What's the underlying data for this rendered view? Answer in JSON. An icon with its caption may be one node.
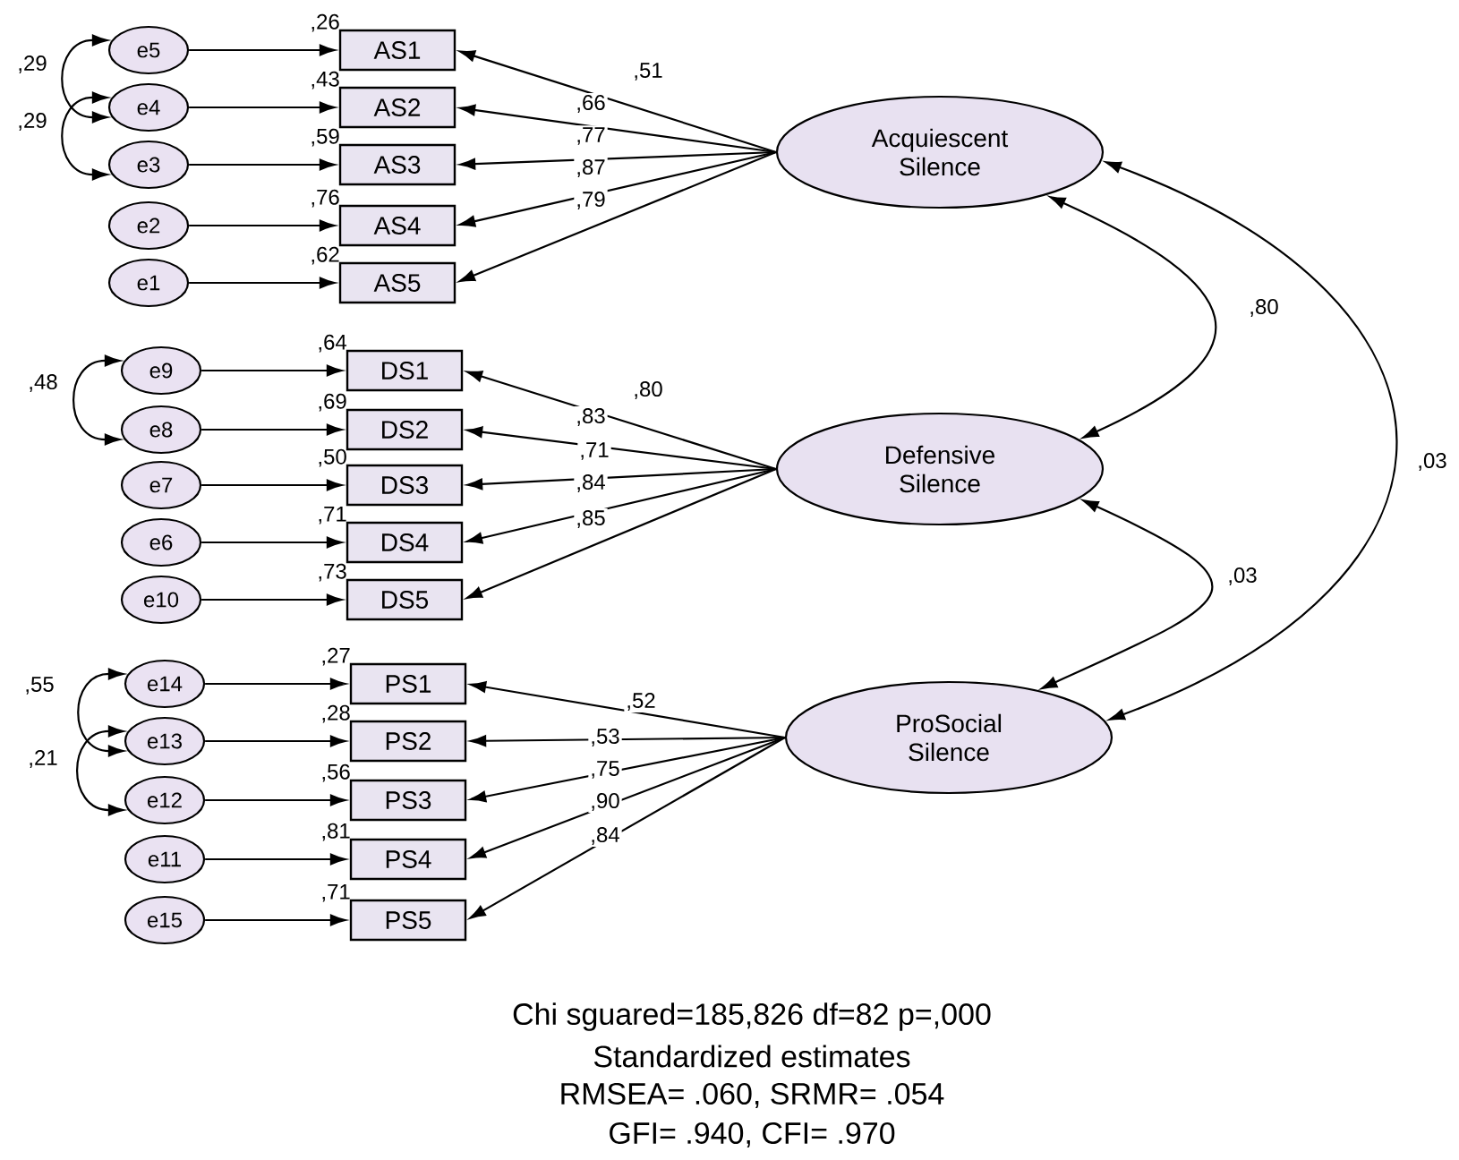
{
  "diagram": {
    "nodes": [
      {
        "text": [
          "e5"
        ]
      },
      {
        "text": [
          "e4"
        ]
      },
      {
        "text": [
          "e3"
        ]
      },
      {
        "text": [
          "e2"
        ]
      },
      {
        "text": [
          "e1"
        ]
      },
      {
        "text": [
          "AS1"
        ],
        "beside": [
          ",26"
        ]
      },
      {
        "text": [
          "AS2"
        ],
        "beside": [
          ",43"
        ]
      },
      {
        "text": [
          "AS3"
        ],
        "beside": [
          ",59"
        ]
      },
      {
        "text": [
          "AS4"
        ],
        "beside": [
          ",76"
        ]
      },
      {
        "text": [
          "AS5"
        ],
        "beside": [
          ",62"
        ]
      },
      {
        "text": [
          "Acquiescent Silence"
        ]
      },
      {
        "text": [
          "e9"
        ]
      },
      {
        "text": [
          "e8"
        ]
      },
      {
        "text": [
          "e7"
        ]
      },
      {
        "text": [
          "e6"
        ]
      },
      {
        "text": [
          "e10"
        ]
      },
      {
        "text": [
          "DS1"
        ],
        "beside": [
          ",64"
        ]
      },
      {
        "text": [
          "DS2"
        ],
        "beside": [
          ",69"
        ]
      },
      {
        "text": [
          "DS3"
        ],
        "beside": [
          ",50"
        ]
      },
      {
        "text": [
          "DS4"
        ],
        "beside": [
          ",71"
        ]
      },
      {
        "text": [
          "DS5"
        ],
        "beside": [
          ",73"
        ]
      },
      {
        "text": [
          "Defensive Silence"
        ]
      },
      {
        "text": [
          "e14"
        ]
      },
      {
        "text": [
          "e13"
        ]
      },
      {
        "text": [
          "e12"
        ]
      },
      {
        "text": [
          "e11"
        ]
      },
      {
        "text": [
          "e15"
        ]
      },
      {
        "text": [
          "PS1"
        ],
        "beside": [
          ",27"
        ]
      },
      {
        "text": [
          "PS2"
        ],
        "beside": [
          ",28"
        ]
      },
      {
        "text": [
          "PS3"
        ],
        "beside": [
          ",56"
        ]
      },
      {
        "text": [
          "PS4"
        ],
        "beside": [
          ",81"
        ]
      },
      {
        "text": [
          "PS5"
        ],
        "beside": [
          ",71"
        ]
      },
      {
        "text": [
          "ProSocial Silence"
        ]
      }
    ],
    "edges": [
      {
        "from": 0,
        "to": 5,
        "arrow": "to"
      },
      {
        "from": 1,
        "to": 6,
        "arrow": "to"
      },
      {
        "from": 2,
        "to": 7,
        "arrow": "to"
      },
      {
        "from": 3,
        "to": 8,
        "arrow": "to"
      },
      {
        "from": 4,
        "to": 9,
        "arrow": "to"
      },
      {
        "from": 10,
        "to": 5,
        "arrow": "to",
        "label": ",51"
      },
      {
        "from": 10,
        "to": 6,
        "arrow": "to",
        "label": ",66"
      },
      {
        "from": 10,
        "to": 7,
        "arrow": "to",
        "label": ",77"
      },
      {
        "from": 10,
        "to": 8,
        "arrow": "to",
        "label": ",87"
      },
      {
        "from": 10,
        "to": 9,
        "arrow": "to",
        "label": ",79"
      },
      {
        "from": 0,
        "to": 1,
        "arrow": "both",
        "label": ",29"
      },
      {
        "from": 1,
        "to": 2,
        "arrow": "both",
        "label": ",29"
      },
      {
        "from": 11,
        "to": 16,
        "arrow": "to"
      },
      {
        "from": 12,
        "to": 17,
        "arrow": "to"
      },
      {
        "from": 13,
        "to": 18,
        "arrow": "to"
      },
      {
        "from": 14,
        "to": 19,
        "arrow": "to"
      },
      {
        "from": 15,
        "to": 20,
        "arrow": "to"
      },
      {
        "from": 21,
        "to": 16,
        "arrow": "to",
        "label": ",80"
      },
      {
        "from": 21,
        "to": 17,
        "arrow": "to",
        "label": ",83"
      },
      {
        "from": 21,
        "to": 18,
        "arrow": "to",
        "label": ",71"
      },
      {
        "from": 21,
        "to": 19,
        "arrow": "to",
        "label": ",84"
      },
      {
        "from": 21,
        "to": 20,
        "arrow": "to",
        "label": ",85"
      },
      {
        "from": 11,
        "to": 12,
        "arrow": "both",
        "label": ",48"
      },
      {
        "from": 22,
        "to": 27,
        "arrow": "to"
      },
      {
        "from": 23,
        "to": 28,
        "arrow": "to"
      },
      {
        "from": 24,
        "to": 29,
        "arrow": "to"
      },
      {
        "from": 25,
        "to": 30,
        "arrow": "to"
      },
      {
        "from": 26,
        "to": 31,
        "arrow": "to"
      },
      {
        "from": 32,
        "to": 27,
        "arrow": "to",
        "label": ",52"
      },
      {
        "from": 32,
        "to": 28,
        "arrow": "to",
        "label": ",53"
      },
      {
        "from": 32,
        "to": 29,
        "arrow": "to",
        "label": ",75"
      },
      {
        "from": 32,
        "to": 30,
        "arrow": "to",
        "label": ",90"
      },
      {
        "from": 32,
        "to": 31,
        "arrow": "to",
        "label": ",84"
      },
      {
        "from": 22,
        "to": 23,
        "arrow": "both",
        "label": ",55"
      },
      {
        "from": 23,
        "to": 24,
        "arrow": "both",
        "label": ",21"
      },
      {
        "from": 10,
        "to": 21,
        "arrow": "both",
        "label": ",80"
      },
      {
        "from": 21,
        "to": 32,
        "arrow": "both",
        "label": ",03"
      },
      {
        "from": 10,
        "to": 32,
        "arrow": "both",
        "label": ",03"
      }
    ],
    "labels": [
      "Chi sguared=185,826 df=82 p=,000",
      "Standardized estimates",
      "RMSEA= .060, SRMR= .054",
      "GFI= .940, CFI= .970"
    ]
  }
}
